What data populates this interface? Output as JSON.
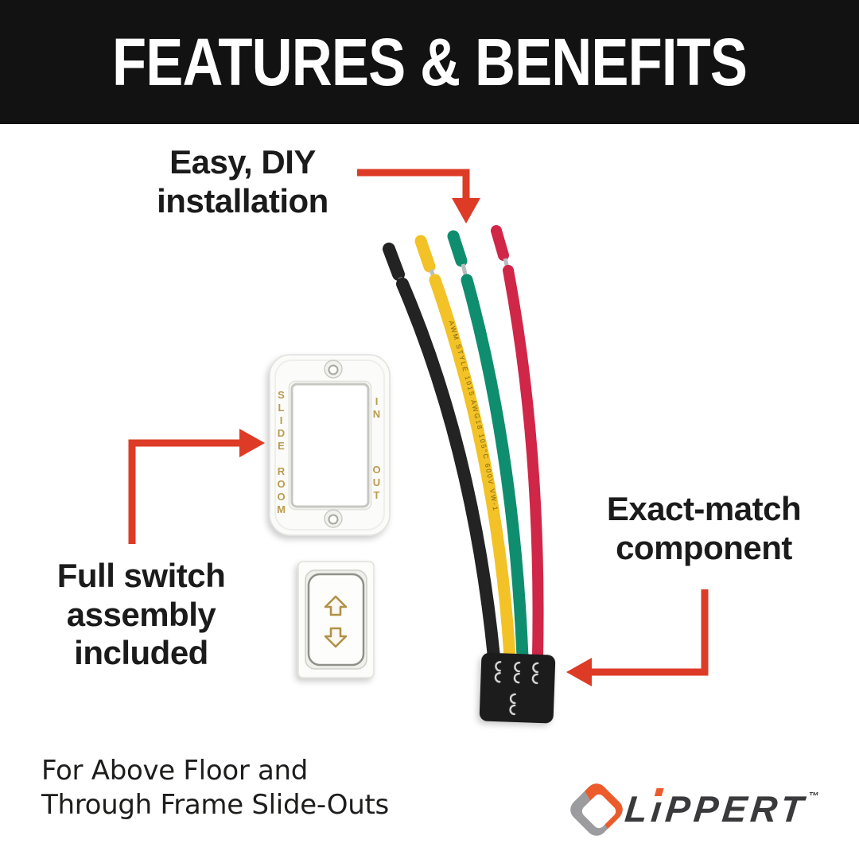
{
  "header": {
    "title": "FEATURES & BENEFITS"
  },
  "callouts": {
    "easy_diy": "Easy, DIY\ninstallation",
    "full_switch": "Full switch\nassembly\nincluded",
    "exact_match": "Exact-match\ncomponent",
    "footnote": "For Above Floor and\nThrough Frame Slide-Outs"
  },
  "product": {
    "plate": {
      "left_label": "SLIDE ROOM",
      "top_right_label": "IN",
      "bottom_right_label": "OUT"
    },
    "switch": {
      "up_icon": "up-arrow",
      "down_icon": "down-arrow"
    },
    "wire_print": "AWM STYLE 1015 AWG18 105°C 600V VW-1",
    "wires": [
      {
        "name": "black",
        "color": "#232323"
      },
      {
        "name": "yellow",
        "color": "#f2c227"
      },
      {
        "name": "green",
        "color": "#0e8e6e"
      },
      {
        "name": "red",
        "color": "#d02648"
      }
    ],
    "connector_color": "#1b1b1b"
  },
  "logo": {
    "brand": "LiPPERT",
    "part1": "L",
    "i_body": "ı",
    "part2": "PPERT",
    "tm": "™",
    "orange": "#ec5b2c",
    "gray": "#9c9c9f",
    "text_color": "#3a3a3c"
  },
  "colors": {
    "banner_bg": "#121212",
    "banner_fg": "#ffffff",
    "arrow_red": "#dd3b26",
    "plate_gold": "#bb9c4f",
    "silver": "#b9bdc0"
  }
}
